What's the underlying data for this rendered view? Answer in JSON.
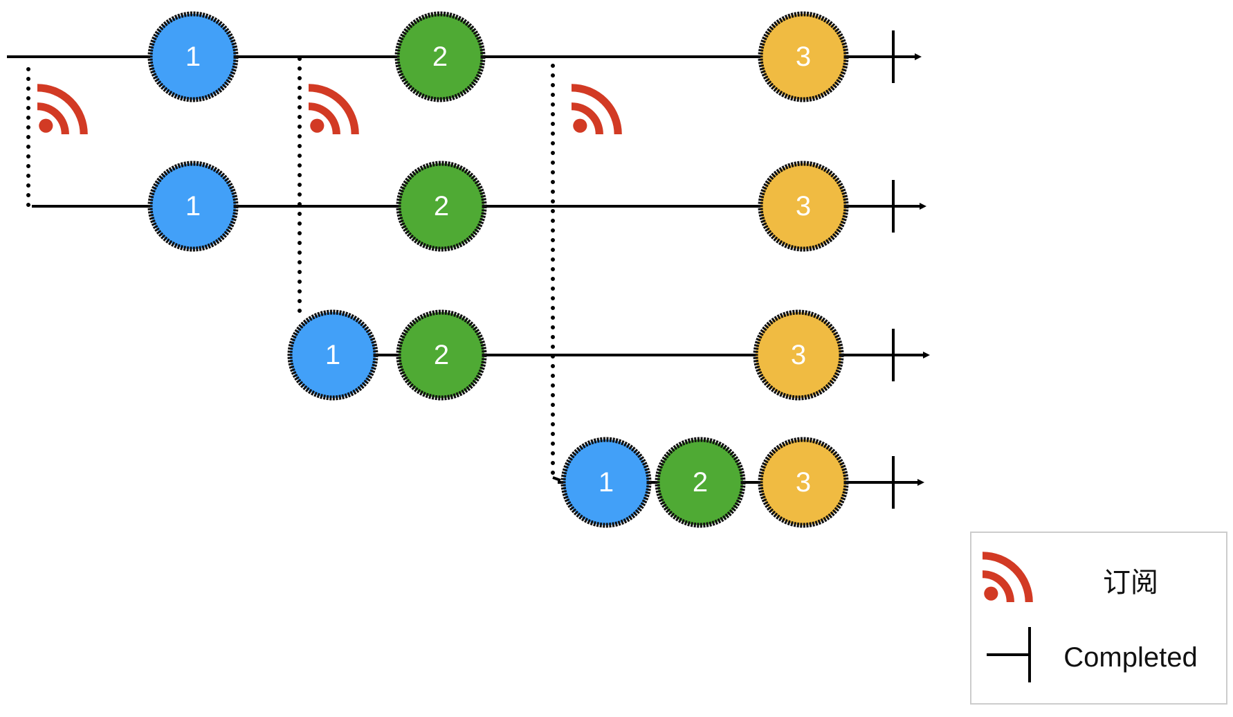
{
  "colors": {
    "line": "#000000",
    "subscribe_icon": "#d23a24",
    "marble_border": "#111111",
    "legend_border": "#cccccc",
    "values": {
      "1": "#42a0f8",
      "2": "#4faa34",
      "3": "#f0bb42"
    }
  },
  "timelines": [
    {
      "id": "source",
      "events": [
        "1",
        "2",
        "3"
      ],
      "completed": true
    },
    {
      "id": "subscriber-1",
      "events": [
        "1",
        "2",
        "3"
      ],
      "completed": true
    },
    {
      "id": "subscriber-2",
      "events": [
        "1",
        "2",
        "3"
      ],
      "completed": true
    },
    {
      "id": "subscriber-3",
      "events": [
        "1",
        "2",
        "3"
      ],
      "completed": true
    }
  ],
  "subscriptions": [
    {
      "icon": "rss-icon",
      "subscriber": "subscriber-1"
    },
    {
      "icon": "rss-icon",
      "subscriber": "subscriber-2"
    },
    {
      "icon": "rss-icon",
      "subscriber": "subscriber-3"
    }
  ],
  "legend": {
    "subscribe_label": "订阅",
    "subscribe_icon": "rss-icon",
    "completed_label": "Completed",
    "completed_icon": "completion-bar-icon"
  }
}
